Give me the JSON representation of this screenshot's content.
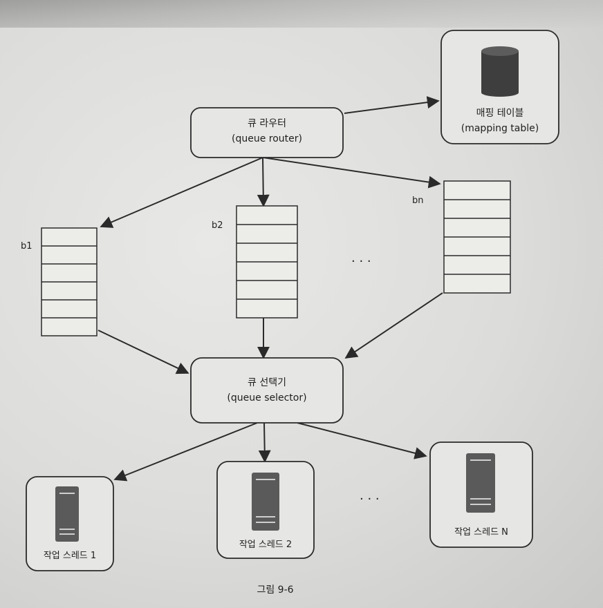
{
  "nodes": {
    "queue_router": {
      "line1": "큐 라우터",
      "line2": "(queue router)"
    },
    "mapping_table": {
      "line1": "매핑 테이블",
      "line2": "(mapping table)"
    },
    "queue_selector": {
      "line1": "큐 선택기",
      "line2": "(queue selector)"
    }
  },
  "buckets": [
    {
      "label": "b1"
    },
    {
      "label": "b2"
    },
    {
      "label": "bn"
    }
  ],
  "workers": [
    {
      "label": "작업 스레드 1"
    },
    {
      "label": "작업 스레드 2"
    },
    {
      "label": "작업 스레드 N"
    }
  ],
  "ellipsis": "· · ·",
  "caption": "그림 9-6",
  "colors": {
    "stroke": "#2a2a2a",
    "box_fill": "#e6e6e4",
    "icon_fill": "#5a5a5a",
    "icon_line": "#cfcfcf"
  }
}
